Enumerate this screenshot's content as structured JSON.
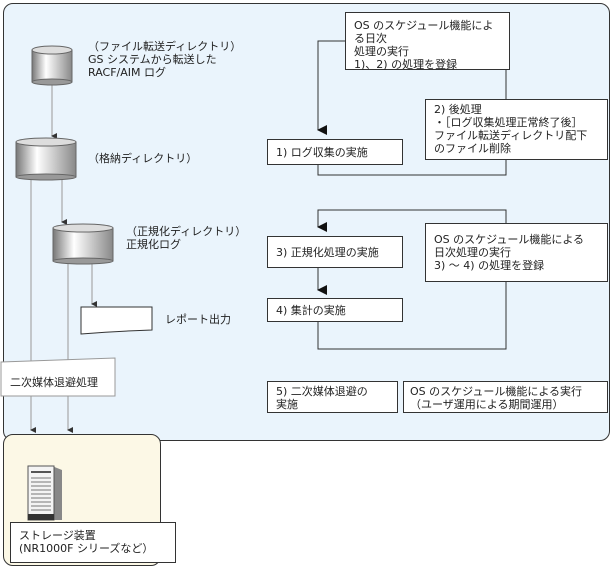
{
  "colors": {
    "panel_main": "#eaf4fc",
    "panel_storage": "#fcf8e6",
    "line_gray": "#999999",
    "line_dark": "#333333"
  },
  "left": {
    "transfer_dir_label": "（ファイル転送ディレクトリ）\nGS システムから転送した\nRACF/AIM ログ",
    "storage_dir_label": "（格納ディレクトリ）",
    "normalized_dir_label": "（正規化ディレクトリ）\n正規化ログ",
    "report_label": "レポート出力",
    "secondary_media_label": "二次媒体退避処理",
    "storage_label": "ストレージ装置\n(NR1000F シリーズなど）"
  },
  "right": {
    "schedule1": "OS のスケジュール機能による日次\n処理の実行\n1)、2) の処理を登録",
    "step1": "1) ログ収集の実施",
    "step2": "2) 後処理\n・［ログ収集処理正常終了後］\nファイル転送ディレクトリ配下\nのファイル削除",
    "step3": "3) 正規化処理の実施",
    "schedule2": "OS のスケジュール機能による\n日次処理の実行\n3) ～ 4) の処理を登録",
    "step4": "4) 集計の実施",
    "step5": "5) 二次媒体退避の\n実施",
    "schedule3": "OS のスケジュール機能による実行\n（ユーザ運用による期間運用）"
  }
}
